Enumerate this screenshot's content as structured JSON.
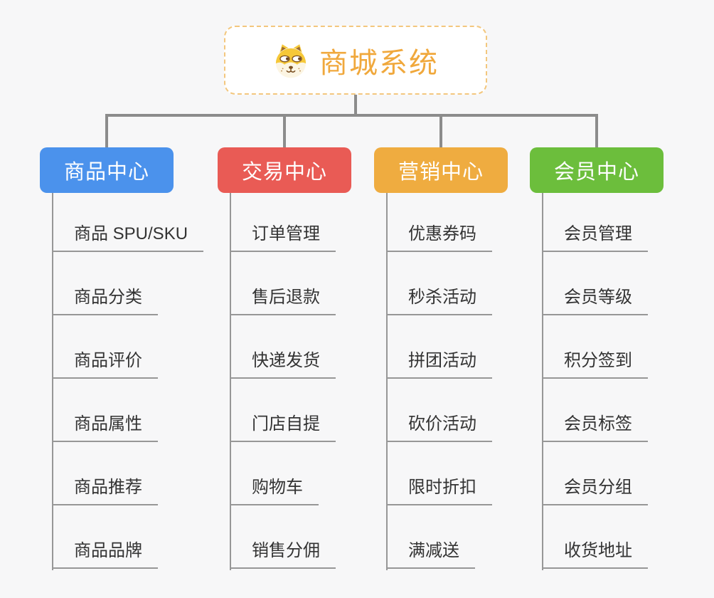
{
  "root": {
    "title": "商城系统",
    "icon": "dog-face-icon",
    "text_color": "#F0A83C",
    "border_color": "#F3C77E",
    "background": "#FFFFFF"
  },
  "connector_color": "#8C8C8C",
  "item_text_color": "#333333",
  "canvas_background": "#F7F7F8",
  "branches": [
    {
      "label": "商品中心",
      "color": "#4B92EC",
      "items": [
        "商品 SPU/SKU",
        "商品分类",
        "商品评价",
        "商品属性",
        "商品推荐",
        "商品品牌"
      ]
    },
    {
      "label": "交易中心",
      "color": "#E95B55",
      "items": [
        "订单管理",
        "售后退款",
        "快递发货",
        "门店自提",
        "购物车",
        "销售分佣"
      ]
    },
    {
      "label": "营销中心",
      "color": "#EFAC40",
      "items": [
        "优惠券码",
        "秒杀活动",
        "拼团活动",
        "砍价活动",
        "限时折扣",
        "满减送"
      ]
    },
    {
      "label": "会员中心",
      "color": "#6CBE3C",
      "items": [
        "会员管理",
        "会员等级",
        "积分签到",
        "会员标签",
        "会员分组",
        "收货地址"
      ]
    }
  ]
}
